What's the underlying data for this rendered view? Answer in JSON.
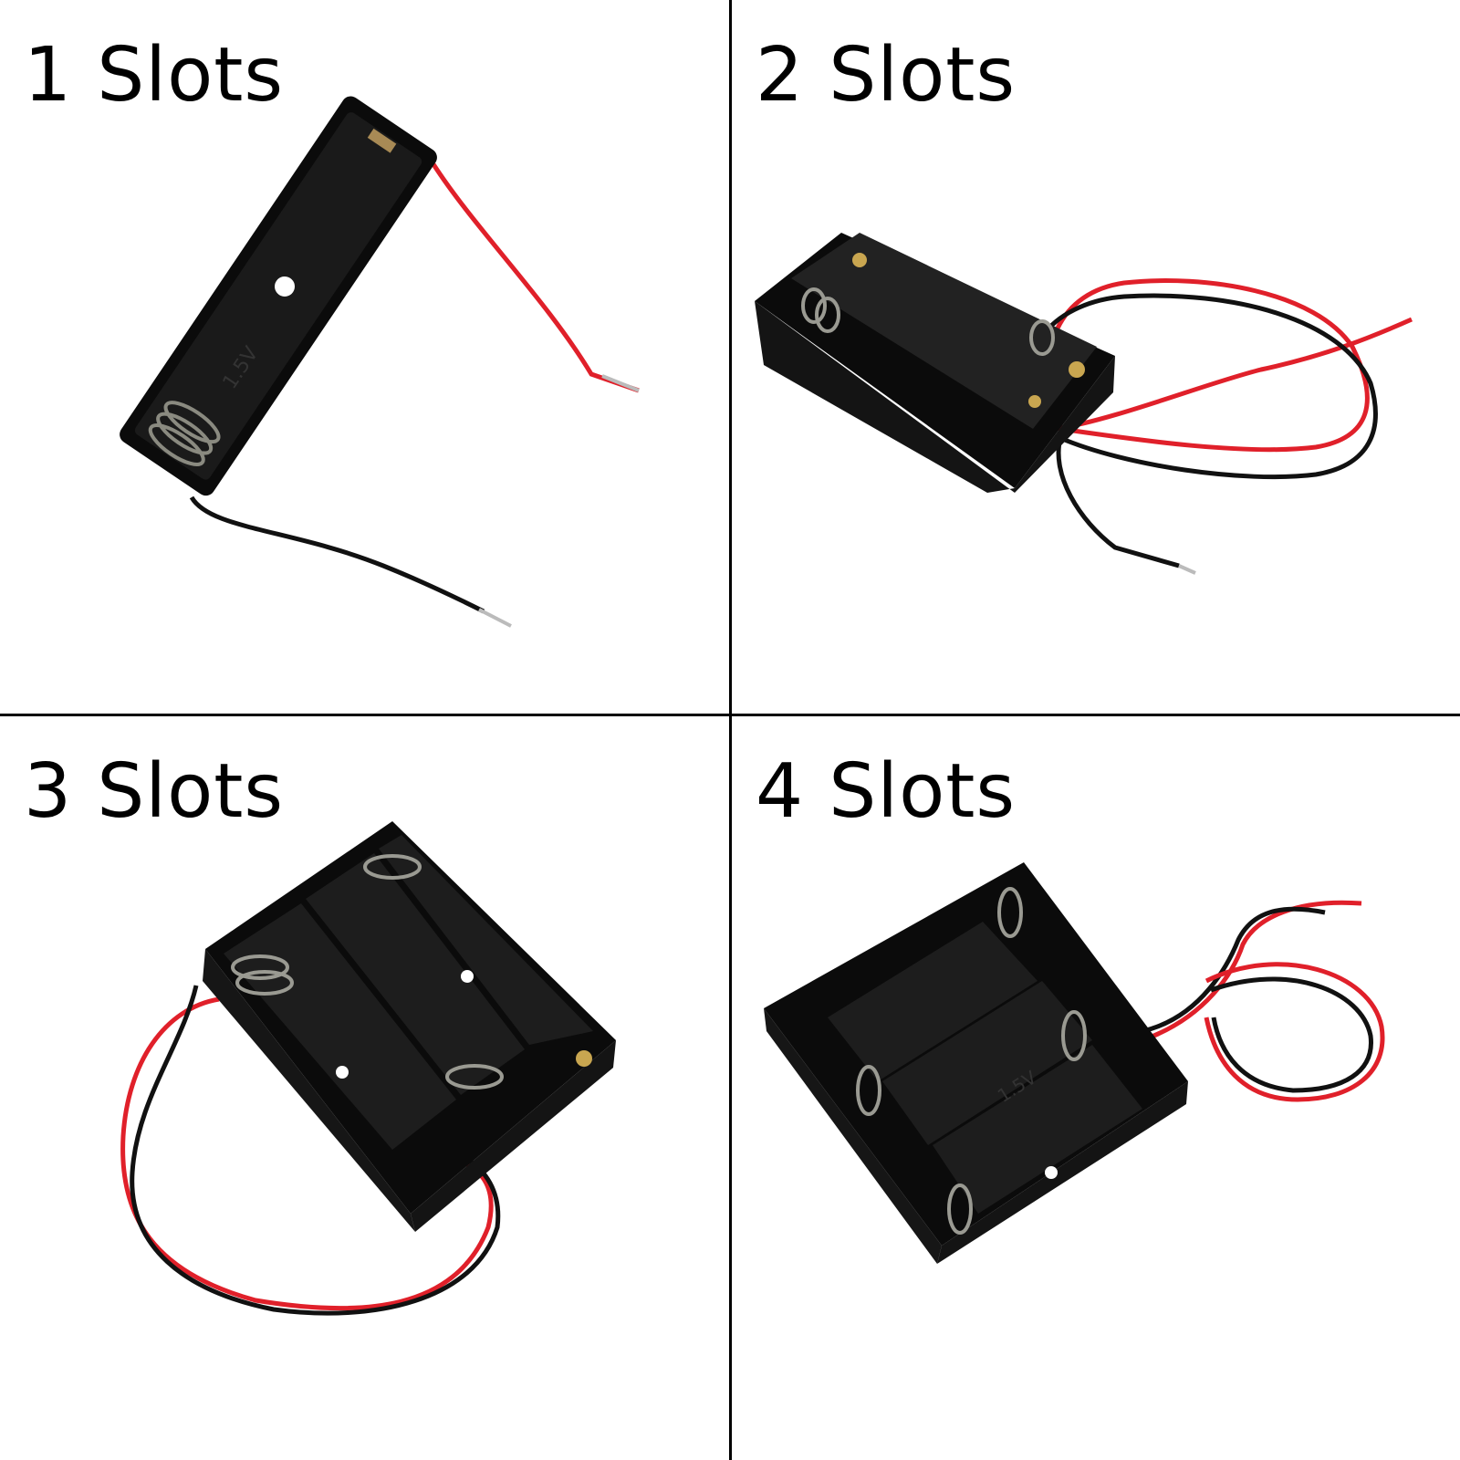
{
  "panels": [
    {
      "label": "1 Slots",
      "marking": "1.5V"
    },
    {
      "label": "2 Slots"
    },
    {
      "label": "3 Slots"
    },
    {
      "label": "4 Slots",
      "marking": "1.5V"
    }
  ],
  "colors": {
    "holder": "#0b0b0b",
    "wire_red": "#e0202a",
    "wire_black": "#111111",
    "divider": "#000000",
    "background": "#ffffff"
  }
}
